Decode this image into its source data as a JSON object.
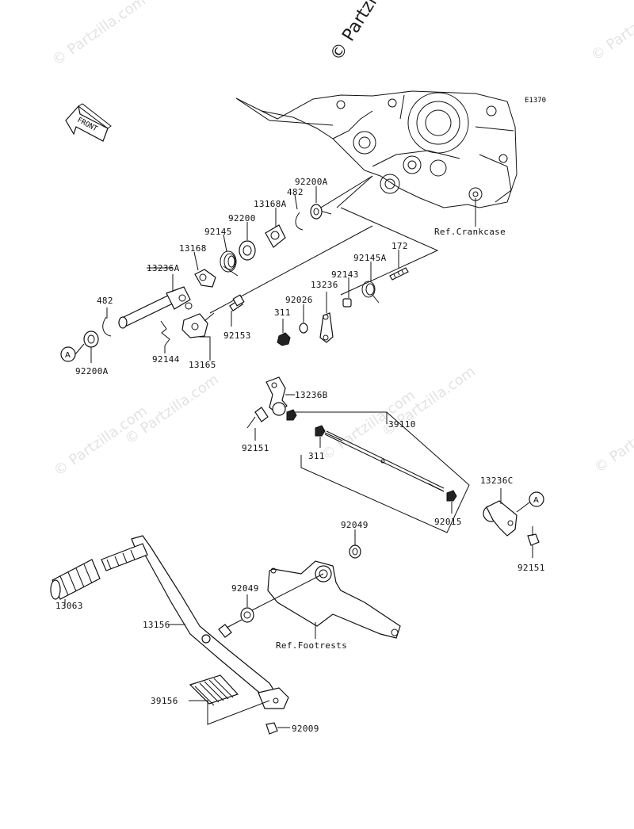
{
  "watermark": {
    "main": "© Partzilla",
    "tile": "© Partzilla.com"
  },
  "diagram": {
    "code": "E1370",
    "front_label": "FRONT",
    "ref_crankcase": "Ref.Crankcase",
    "ref_footrests": "Ref.Footrests",
    "marker_a": "A"
  },
  "part_labels": {
    "p92200A_top": "92200A",
    "p482_top": "482",
    "p13168A": "13168A",
    "p92200": "92200",
    "p92145": "92145",
    "p13168": "13168",
    "p13236A": "13236A",
    "p482_left": "482",
    "p92200A_left": "92200A",
    "p92144": "92144",
    "p13165": "13165",
    "p92153": "92153",
    "p311_top": "311",
    "p92026": "92026",
    "p13236": "13236",
    "p92143": "92143",
    "p92145A": "92145A",
    "p172": "172",
    "p13236B": "13236B",
    "p92151_left": "92151",
    "p311_mid": "311",
    "p39110": "39110",
    "p92015": "92015",
    "p13236C": "13236C",
    "p92151_right": "92151",
    "p92049_top": "92049",
    "p92049_mid": "92049",
    "p13063": "13063",
    "p13156": "13156",
    "p39156": "39156",
    "p92009": "92009"
  }
}
